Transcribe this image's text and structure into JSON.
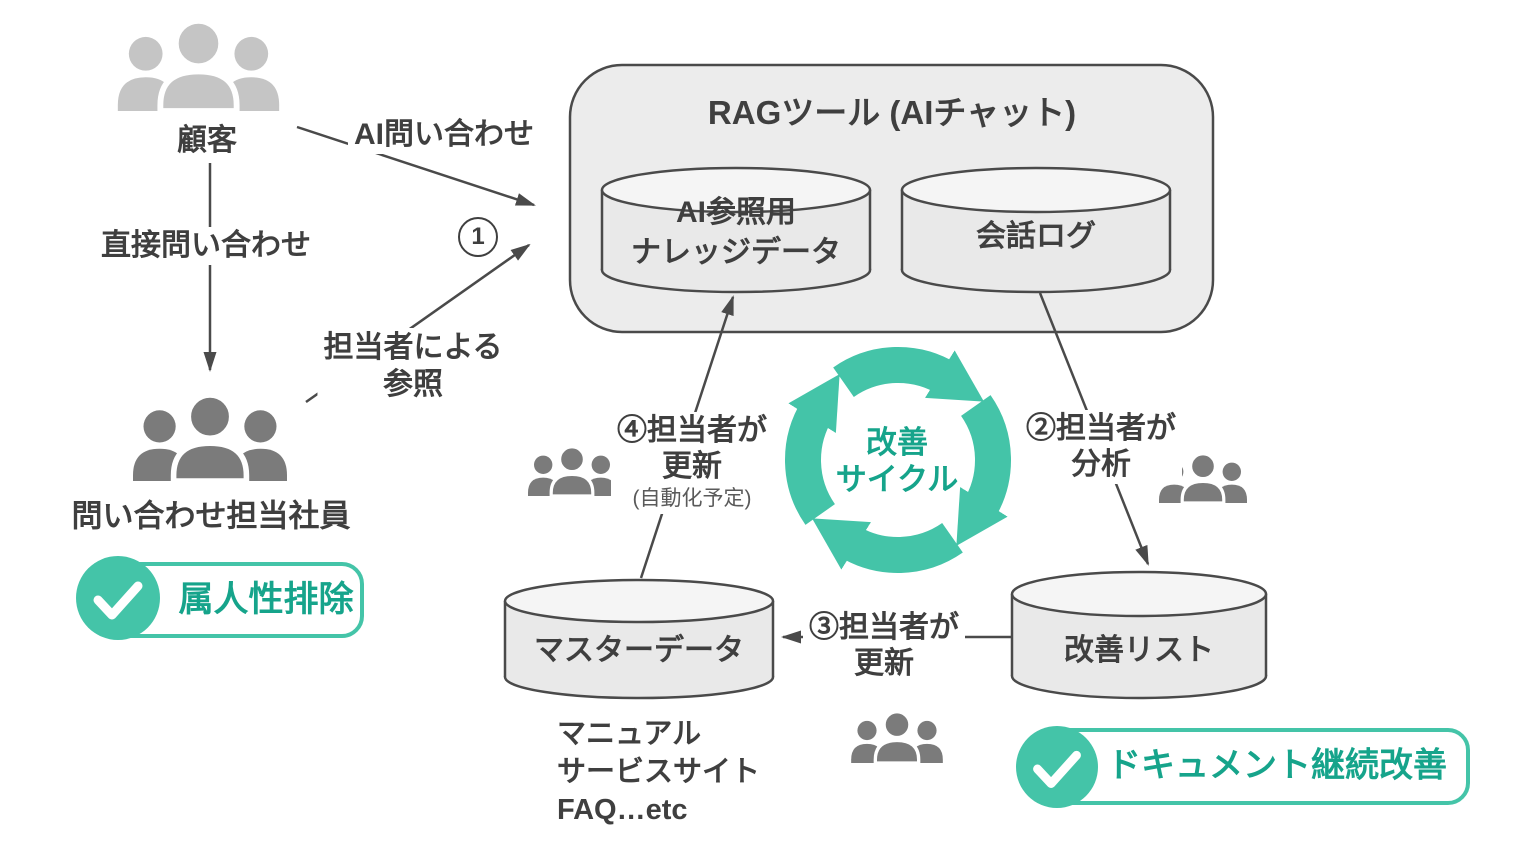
{
  "labels": {
    "customer": "顧客",
    "ai_inquiry": "AI問い合わせ",
    "direct_inquiry": "直接問い合わせ",
    "staff_reference_l1": "担当者による",
    "staff_reference_l2": "参照",
    "step1_number": "1",
    "staff": "問い合わせ担当社員"
  },
  "rag_box": {
    "title": "RAGツール (AIチャット)",
    "knowledge_db_l1": "AI参照用",
    "knowledge_db_l2": "ナレッジデータ",
    "chat_log_db": "会話ログ"
  },
  "cycle": {
    "l1": "改善",
    "l2": "サイクル"
  },
  "steps": {
    "step2_l1": "②担当者が",
    "step2_l2": "分析",
    "step3_l1": "③担当者が",
    "step3_l2": "更新",
    "step4_l1": "④担当者が",
    "step4_l2": "更新",
    "step4_note": "(自動化予定)"
  },
  "databases": {
    "improvement_list": "改善リスト",
    "master_data": "マスターデータ"
  },
  "master_sources": {
    "l1": "マニュアル",
    "l2": "サービスサイト",
    "l3": "FAQ…etc"
  },
  "badges": {
    "personalization": "属人性排除",
    "document": "ドキュメント継続改善"
  },
  "colors": {
    "teal": "#44C4A8",
    "teal_text": "#16A48B",
    "line": "#4A4A4A",
    "text": "#3F3F3F",
    "people_light": "#C5C5C5",
    "people_dark": "#7B7B7B",
    "panel_fill": "#ECECEC",
    "cylinder_body": "#E9E9E9",
    "cylinder_top": "#F5F5F5"
  }
}
